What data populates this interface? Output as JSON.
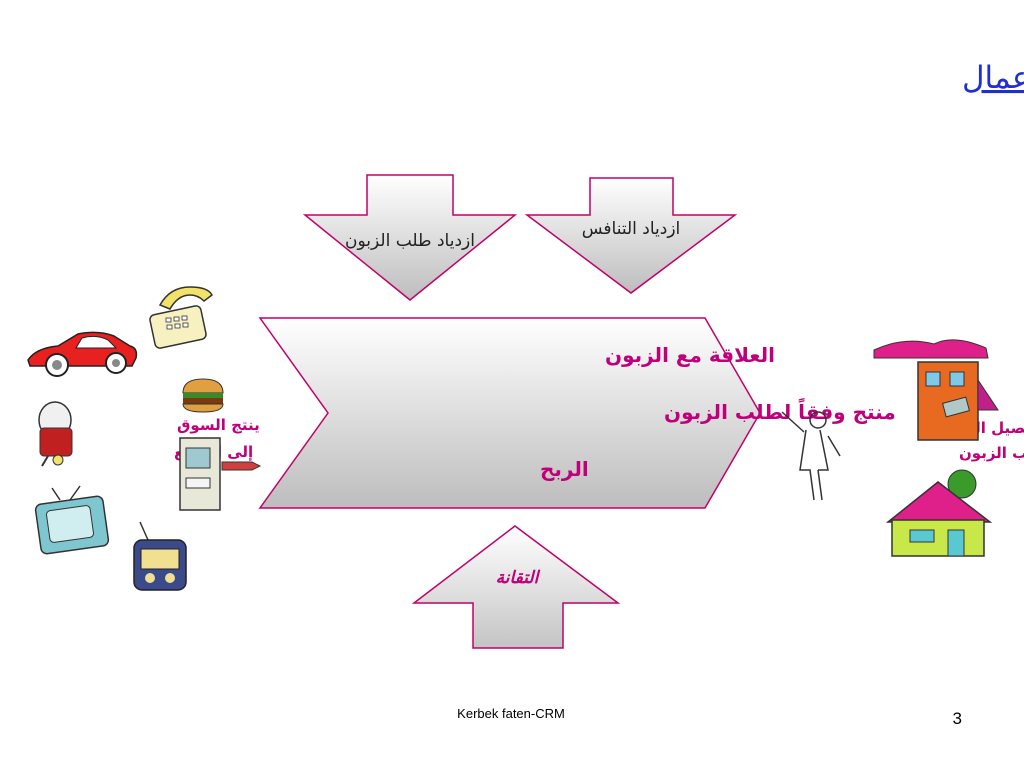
{
  "slide": {
    "title": "تغير واقع أرضية الأعمال",
    "footer": "Kerbek faten-CRM",
    "page_number": "3"
  },
  "arrows": {
    "customer_demand": "ازدياد طلب الزبون",
    "competition": "ازدياد التنافس",
    "technology": "التقانة"
  },
  "center": {
    "lines": [
      "العلاقة مع الزبون",
      "منتج وفقاً لطلب الزبون",
      "الربح"
    ]
  },
  "left_side": {
    "lines": [
      "ينتج السوق",
      "إلى الجميع"
    ]
  },
  "right_side": {
    "lines": [
      "تفصيل المنتج",
      "حسب طلب الزبون"
    ]
  },
  "colors": {
    "title": "#1f2fd0",
    "accent": "#c0007a",
    "arrow_border": "#c0006a",
    "arrow_fill_top": "#ffffff",
    "arrow_fill_bottom": "#bdbdbd"
  },
  "icons": [
    "telephone-icon",
    "car-icon",
    "burger-icon",
    "tennis-icon",
    "atm-icon",
    "tv-icon",
    "radio-icon",
    "businessman-icon",
    "shop-icon",
    "house-icon"
  ]
}
